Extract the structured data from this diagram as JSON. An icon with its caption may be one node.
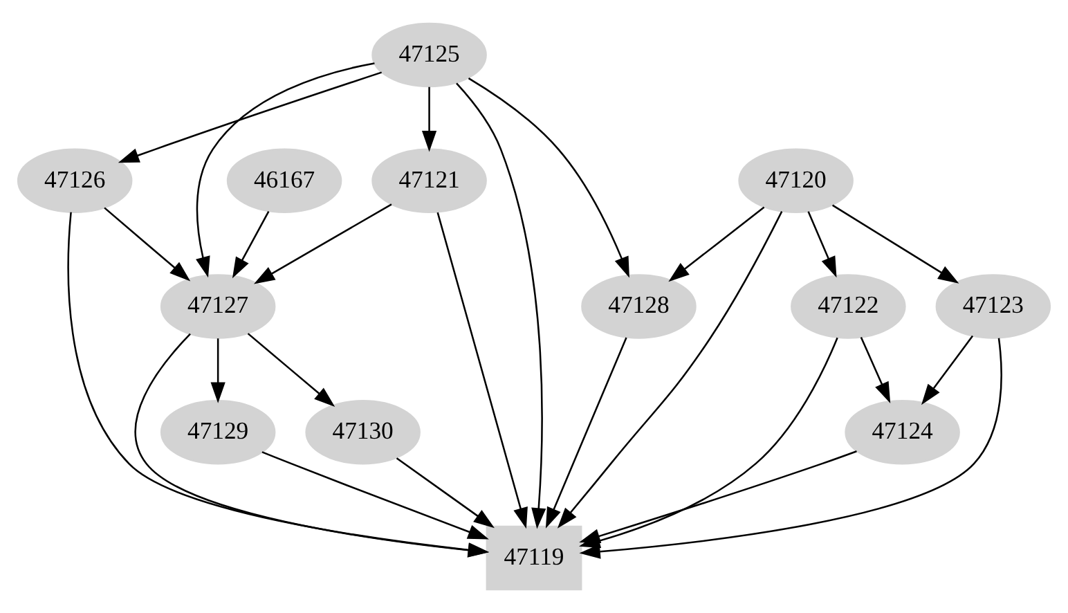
{
  "diagram": {
    "nodes": [
      {
        "text": [
          "47125"
        ]
      },
      {
        "text": [
          "47120"
        ]
      },
      {
        "text": [
          "47121"
        ]
      },
      {
        "text": [
          "46167"
        ]
      },
      {
        "text": [
          "47126"
        ]
      },
      {
        "text": [
          "47122"
        ]
      },
      {
        "text": [
          "47123"
        ]
      },
      {
        "text": [
          "47128"
        ]
      },
      {
        "text": [
          "47127"
        ]
      },
      {
        "text": [
          "47124"
        ]
      },
      {
        "text": [
          "47129"
        ]
      },
      {
        "text": [
          "47130"
        ]
      },
      {
        "text": [
          "47119"
        ]
      }
    ],
    "edges": [
      {
        "from": 0,
        "to": 7,
        "arrow": "to"
      },
      {
        "from": 0,
        "to": 12,
        "arrow": "to"
      },
      {
        "from": 0,
        "to": 2,
        "arrow": "to"
      },
      {
        "from": 0,
        "to": 8,
        "arrow": "to"
      },
      {
        "from": 0,
        "to": 4,
        "arrow": "to"
      },
      {
        "from": 1,
        "to": 12,
        "arrow": "to"
      },
      {
        "from": 1,
        "to": 5,
        "arrow": "to"
      },
      {
        "from": 1,
        "to": 6,
        "arrow": "to"
      },
      {
        "from": 1,
        "to": 7,
        "arrow": "to"
      },
      {
        "from": 2,
        "to": 12,
        "arrow": "to"
      },
      {
        "from": 2,
        "to": 8,
        "arrow": "to"
      },
      {
        "from": 3,
        "to": 8,
        "arrow": "to"
      },
      {
        "from": 4,
        "to": 8,
        "arrow": "to"
      },
      {
        "from": 4,
        "to": 12,
        "arrow": "to"
      },
      {
        "from": 5,
        "to": 9,
        "arrow": "to"
      },
      {
        "from": 5,
        "to": 12,
        "arrow": "to"
      },
      {
        "from": 6,
        "to": 9,
        "arrow": "to"
      },
      {
        "from": 6,
        "to": 12,
        "arrow": "to"
      },
      {
        "from": 7,
        "to": 12,
        "arrow": "to"
      },
      {
        "from": 8,
        "to": 12,
        "arrow": "to"
      },
      {
        "from": 8,
        "to": 10,
        "arrow": "to"
      },
      {
        "from": 8,
        "to": 11,
        "arrow": "to"
      },
      {
        "from": 9,
        "to": 12,
        "arrow": "to"
      },
      {
        "from": 10,
        "to": 12,
        "arrow": "to"
      },
      {
        "from": 11,
        "to": 12,
        "arrow": "to"
      }
    ]
  }
}
